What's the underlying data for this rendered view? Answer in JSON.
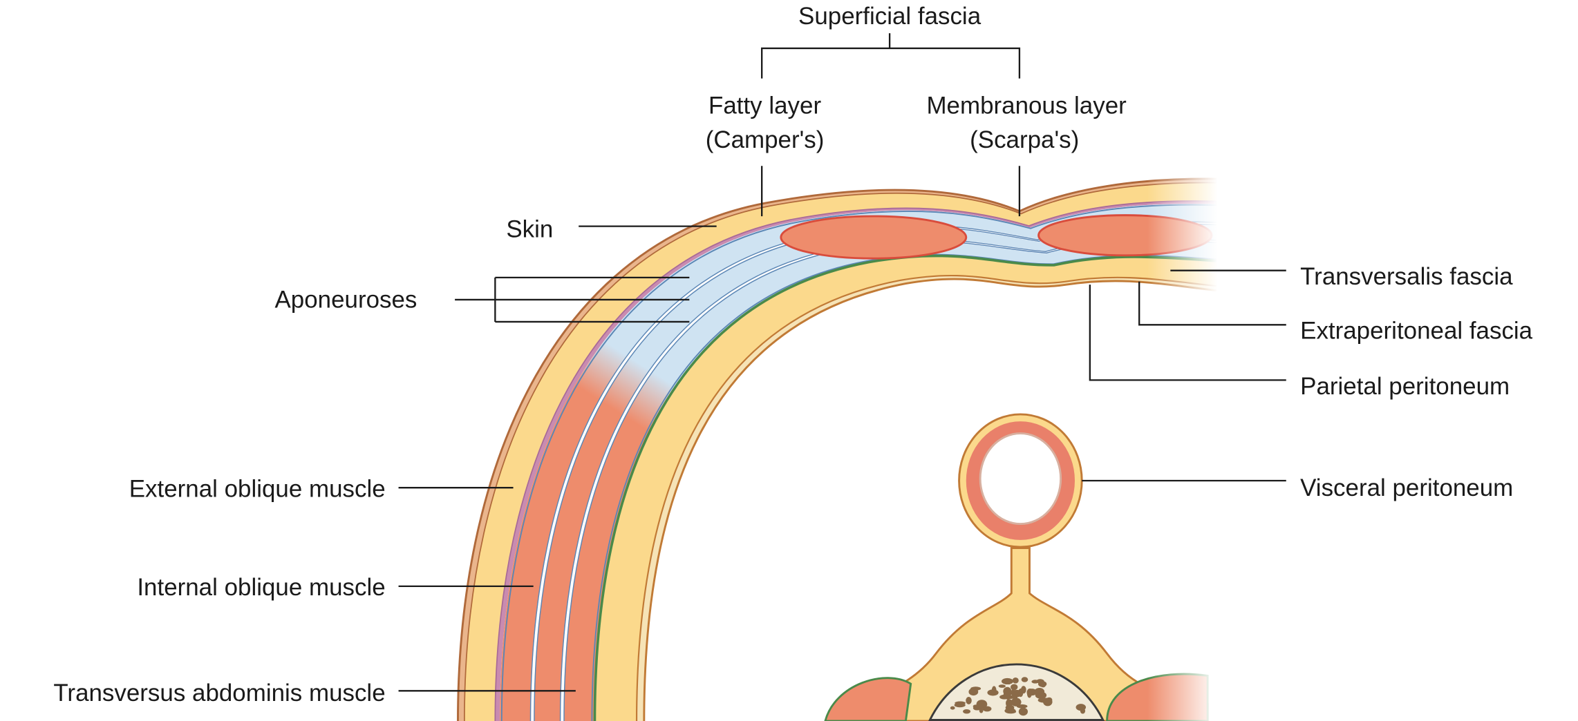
{
  "title": "Layers of the anterior abdominal wall (transverse section)",
  "labels": {
    "superficial_fascia": "Superficial fascia",
    "fatty_layer_1": "Fatty layer",
    "fatty_layer_2": "(Camper's)",
    "membranous_layer_1": "Membranous layer",
    "membranous_layer_2": "(Scarpa's)",
    "skin": "Skin",
    "aponeuroses": "Aponeuroses",
    "transversalis_fascia": "Transversalis fascia",
    "extraperitoneal_fascia": "Extraperitoneal fascia",
    "parietal_peritoneum": "Parietal peritoneum",
    "visceral_peritoneum": "Visceral peritoneum",
    "external_oblique": "External oblique muscle",
    "internal_oblique": "Internal oblique muscle",
    "transversus_abdominis": "Transversus abdominis muscle"
  },
  "colors": {
    "skin": "#eab58c",
    "skin_edge": "#b0693a",
    "fat": "#fbd98c",
    "membranous": "#c98bb0",
    "muscle": "#ee8c6c",
    "muscle_edge": "#d94c3c",
    "aponeurosis": "#cfe3f2",
    "aponeurosis_edge": "#5b86b5",
    "transversalis": "#4a8a4a",
    "bone": "#f1ead8"
  }
}
